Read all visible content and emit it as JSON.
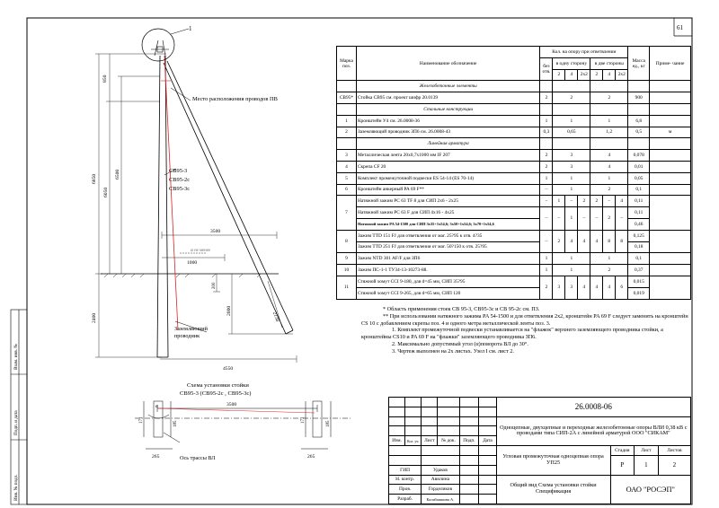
{
  "sheet_no": "61",
  "drawing": {
    "callout_1": "1",
    "callout_note": "Место расположения проводов ПВ",
    "pole_labels": [
      "СВ95-3",
      "СВ95-2с",
      "СВ95-3с"
    ],
    "dim_850": "850",
    "dim_6850": "6850",
    "dim_6050": "6050",
    "dim_6500": "6500",
    "dim_3500": "3500",
    "dim_1000": "1000",
    "dim_200": "200",
    "dim_2000": "2000",
    "dim_2150": "2150",
    "dim_2400": "2400",
    "dim_4550": "4550",
    "ground_note": "⌀ не менее",
    "ground_label": "Заземляющий проводник",
    "caption": "Схема установки стойки",
    "caption2": "СВ95-3 (СВ95-2с , СВ95-3с)",
    "plan_dim_3500": "3500",
    "plan_alpha": "α",
    "plan_171a": "171",
    "plan_185a": "185",
    "plan_171b": "171",
    "plan_185b": "185",
    "plan_265a": "265",
    "plan_265b": "265",
    "plan_axis": "Ось трассы ВЛ"
  },
  "spec": {
    "h_marka": "Марка поз.",
    "h_name": "Наименование обозначение",
    "h_qty": "Кол. на опору при ответвлении",
    "h_none": "без отв.",
    "h_one": "в одну сторону",
    "h_two": "в две стороны",
    "h_2": "2",
    "h_4": "4",
    "h_2x2": "2х2",
    "h_2b": "2",
    "h_4b": "4",
    "h_2x2b": "2х2",
    "h_mass": "Масса ед., кг",
    "h_note": "Приме- чание",
    "sec1": "Железобетонные элементы",
    "sec2": "Стальные конструкции",
    "sec3": "Линейная арматура",
    "rows": [
      {
        "m": "СВ95*",
        "n": "Стойка СВ95 см. проект шифр 20.0139",
        "a": "2",
        "b": "2",
        "c": "2",
        "mass": "900",
        "note": ""
      },
      {
        "m": "1",
        "n": "Кронштейн У4 см. 26.0008-36",
        "a": "1",
        "b": "1",
        "c": "1",
        "mass": "6,8",
        "note": ""
      },
      {
        "m": "2",
        "n": "Заземляющий проводник ЗП6 см. 26.0008-43",
        "a": "0,3",
        "b": "0,65",
        "c": "1,2",
        "mass": "0,5",
        "note": "м"
      },
      {
        "m": "3",
        "n": "Металлическая лента 20х0,7х1000 мм IF 207",
        "a": "2",
        "b": "3",
        "c": "4",
        "mass": "0,078",
        "note": ""
      },
      {
        "m": "4",
        "n": "Скрепа CF 20",
        "a": "2",
        "b": "3",
        "c": "4",
        "mass": "0,01",
        "note": ""
      },
      {
        "m": "5",
        "n": "Комплект промежуточной подвески ES 54-14 (ES 70-14)",
        "a": "1",
        "b": "1",
        "c": "1",
        "mass": "0,05",
        "note": ""
      },
      {
        "m": "6",
        "n": "Кронштейн анкерный PA 69 F**",
        "a": "–",
        "b": "1",
        "c": "2",
        "mass": "0,1",
        "note": ""
      },
      {
        "m": "7",
        "n1": "Натяжной зажим PC 63 TF 8 для СИП 2х6 - 2х25",
        "n2": "Натяжной зажим PC 63 F для СИП 4х16 - 4х25",
        "n3": "Натяжной зажим PA 54-1500 для СИП 3х35+1х54,6; 3х50+1х54,6; 3х70+1х54,6",
        "r1": [
          "–",
          "1",
          "–",
          "2",
          "2",
          "–",
          "4"
        ],
        "mass1": "0,11",
        "mass2": "0,11",
        "mass3": "0,46",
        "mid": [
          "–",
          "–",
          "1",
          "–",
          "–",
          "2",
          "–"
        ]
      },
      {
        "m": "8",
        "n1": "Зажим TTD 151 FJ для ответвления от маг. 25?95 к отв. 4?35",
        "n2": "Зажим TTD 251 FJ для ответвления от маг. 50?150 к отв. 25?95",
        "vals": [
          "–",
          "2",
          "4",
          "4",
          "4",
          "8",
          "8"
        ],
        "mass1": "0,125",
        "mass2": "0,18"
      },
      {
        "m": "9",
        "n": "Зажим NTD 301 AF/F для ЗП6",
        "a": "1",
        "b": "1",
        "c": "1",
        "mass": "0,1",
        "note": ""
      },
      {
        "m": "10",
        "n": "Зажим ПС-1-1 ТУ34-13-10273-88.",
        "a": "1",
        "b": "1",
        "c": "2",
        "mass": "0,37",
        "note": ""
      },
      {
        "m": "11",
        "n1": "Стяжной хомут CCI 9-180, для d=45 мм, СИП 35?95",
        "n2": "Стяжной хомут CCI 9-265, для d=65 мм, СИП 120",
        "vals": [
          "2",
          "3",
          "3",
          "4",
          "4",
          "4",
          "6"
        ],
        "mass1": "0,015",
        "mass2": "0,019"
      }
    ]
  },
  "notes": [
    "* Область применения стоек СВ 95-3, СВ95-3с и СВ 95-2с см. ПЗ.",
    "** При использовании натяжного зажима  PA 54-1500 и для ответвления 2х2, кронштейн PA 69 F следует заменить на кронштейн CS 10 с добавлением скрепы поз. 4 и одного метра металлической ленты поз. 3.",
    "1. Комплект промежуточной подвески устанавливается на \"флажок\" верхнего заземляющего  проводника стойки, а кронштейны  CS10 и PA 69 F на \"флажки\" заземляющего проводника ЗП6.",
    "2.  Максимально допустимый угол (α)поворота ВЛ до 30°.",
    "3. Чертеж выполнен на 2х листах. Узел I см. лист 2."
  ],
  "stamp": {
    "code": "26.0008-06",
    "title": "Одноцепные, двухцепные и переходные железобетонные опоры ВЛИ 0,38 кВ с проводами типа СИП-2А с линейной арматурой ООО \"СИКАМ\"",
    "h_izm": "Изм.",
    "h_kol": "Кол. уч.",
    "h_list": "Лист",
    "h_ndok": "№ док.",
    "h_podp": "Подп.",
    "h_data": "Дата",
    "sub1": "Угловая промежуточная одноцепная опора УП25",
    "stadia": "Стадия",
    "list": "Лист",
    "listov": "Листов",
    "stadia_v": "Р",
    "list_v": "1",
    "listov_v": "2",
    "sub2": "Общий вид Схема установки стойки Спецификация",
    "org": "ОАО \"РОСЭП\"",
    "roles": [
      "ГИП",
      "Н. контр.",
      "Пров.",
      "Разраб."
    ],
    "names": [
      "Удаков",
      "Авилина",
      "Горделиков",
      "Калабашкина А."
    ]
  },
  "left_strip": [
    "Инв. № подл.",
    "Подп. и дата",
    "Взам. инв. №"
  ]
}
